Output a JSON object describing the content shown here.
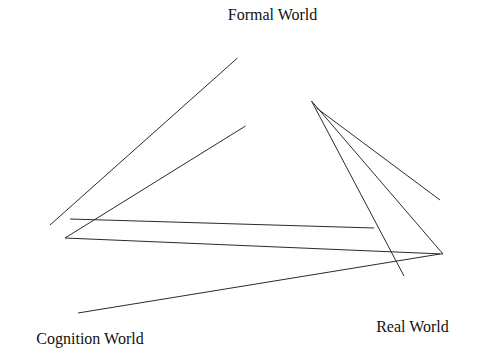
{
  "diagram": {
    "nodes": [
      {
        "text": [
          "Formal World"
        ]
      },
      {
        "text": [
          "Cognition World"
        ]
      },
      {
        "text": [
          "Real World"
        ]
      }
    ],
    "edges": [
      {
        "from": 0,
        "to": 1,
        "arrow": "none"
      },
      {
        "from": 0,
        "to": 1,
        "arrow": "none"
      },
      {
        "from": 0,
        "to": 2,
        "arrow": "none"
      },
      {
        "from": 0,
        "to": 2,
        "arrow": "none"
      },
      {
        "from": 0,
        "to": 2,
        "arrow": "none"
      },
      {
        "from": 1,
        "to": 2,
        "arrow": "none"
      },
      {
        "from": 1,
        "to": 2,
        "arrow": "none"
      },
      {
        "from": 1,
        "to": 2,
        "arrow": "none"
      }
    ]
  }
}
